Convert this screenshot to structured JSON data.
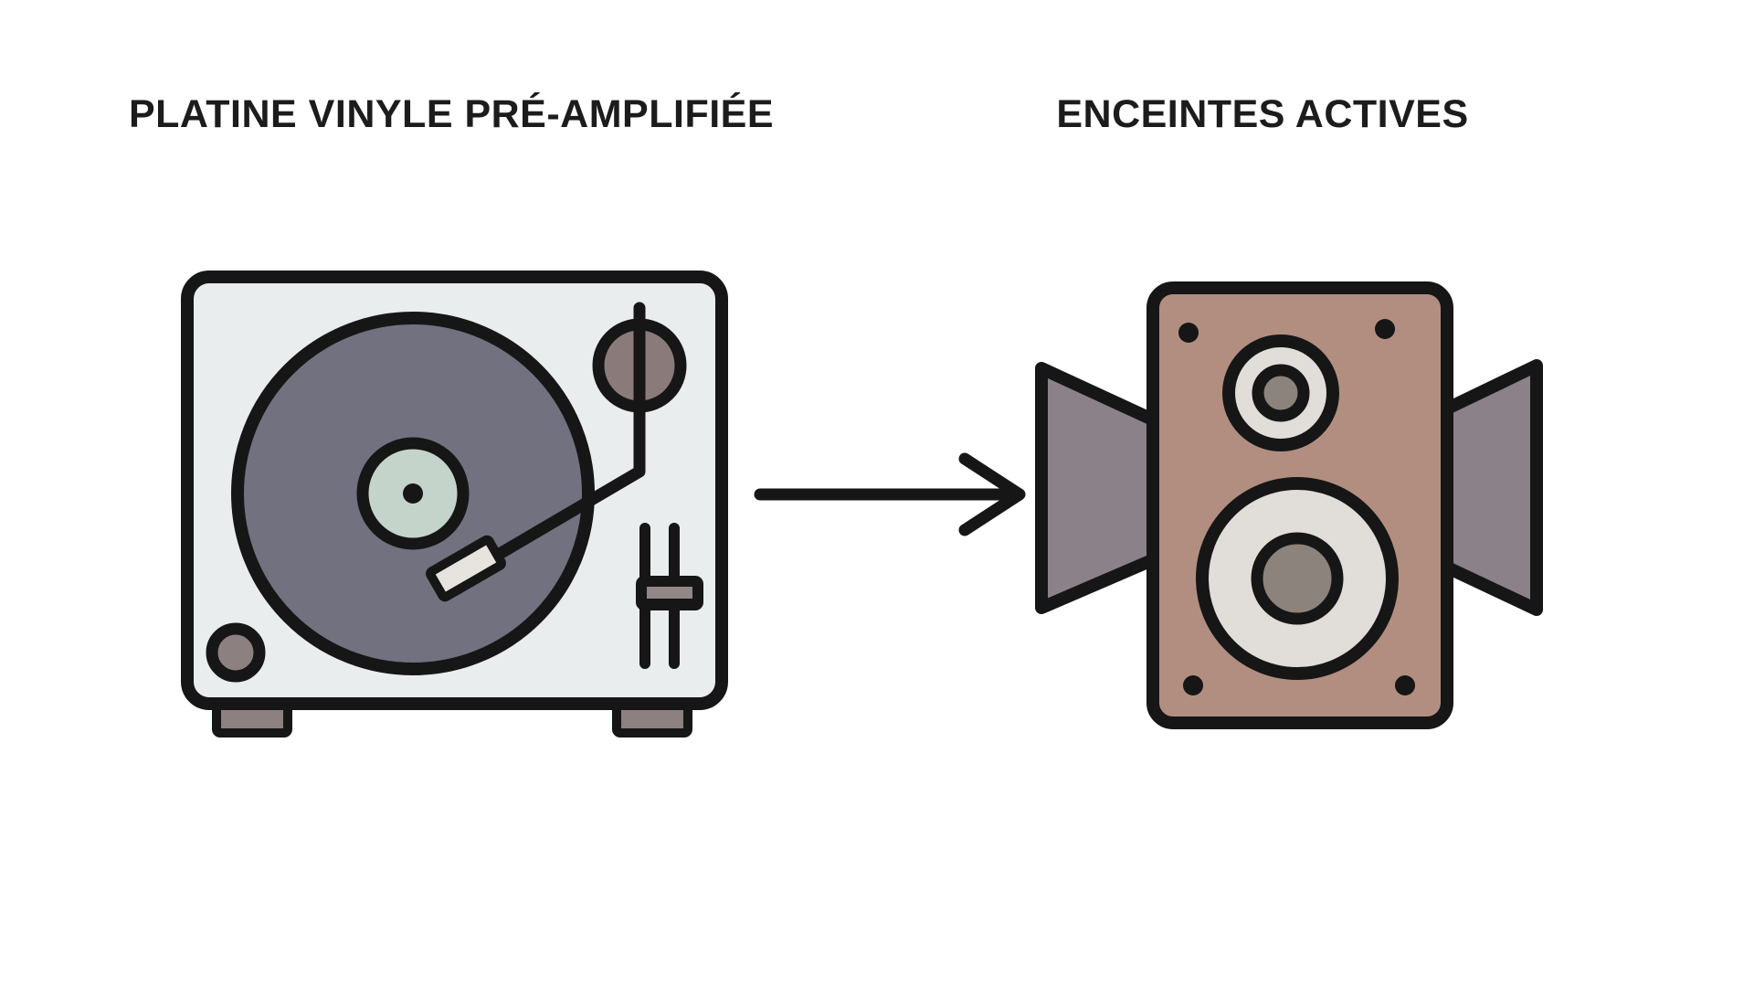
{
  "diagram": {
    "left": {
      "label": "PLATINE VINYLE PRÉ-AMPLIFIÉE",
      "icon": "turntable-icon"
    },
    "right": {
      "label": "ENCEINTES ACTIVES",
      "icon": "speaker-icon"
    },
    "connector": {
      "icon": "arrow-right-icon",
      "direction": "left-to-right"
    }
  },
  "colors": {
    "background": "#ffffff",
    "text": "#1c1c1c",
    "outline": "#161616",
    "turntable-body": "#e9edee",
    "record": "#71717f",
    "record-label": "#c4d4ca",
    "pivot": "#8a7a7a",
    "cartridge": "#e7e3df",
    "hardware-gray": "#8d8080",
    "knob-stripe": "#918787",
    "cabinet": "#b28e80",
    "driver-ring": "#e1ddd8",
    "driver-center": "#8b837c",
    "horn": "#8b8189"
  }
}
